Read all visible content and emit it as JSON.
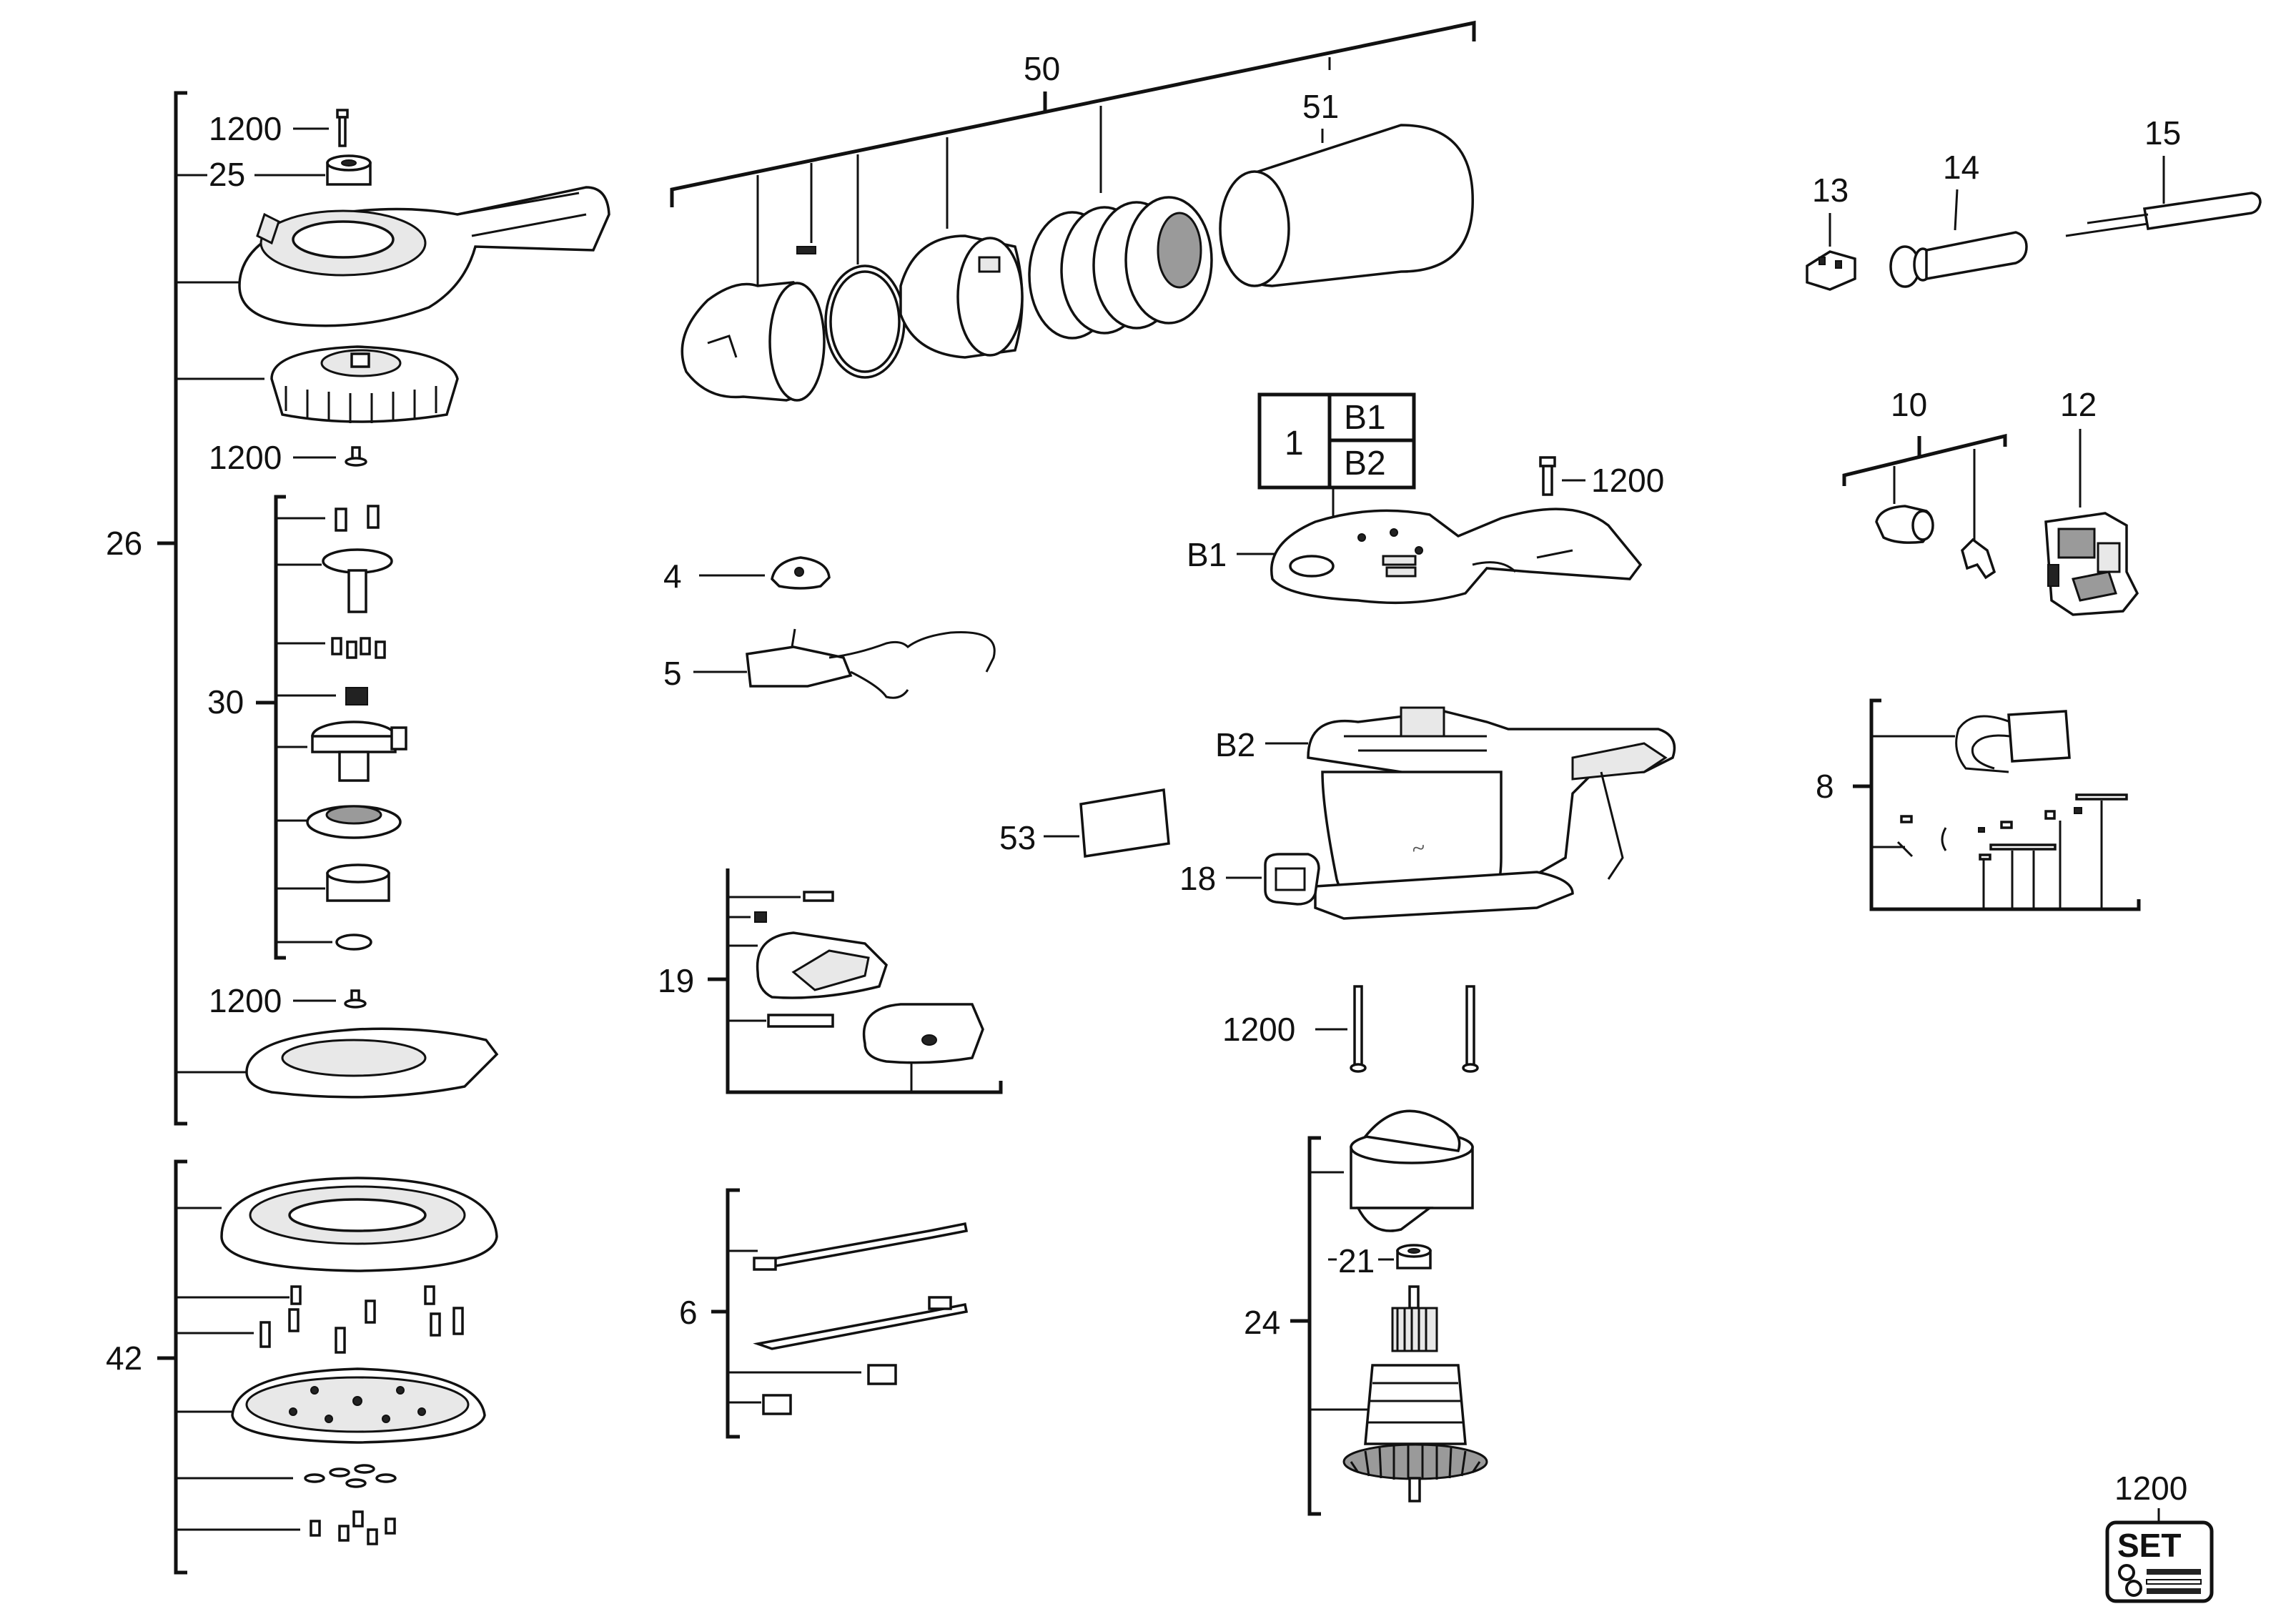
{
  "labels": {
    "l1200_top": "1200",
    "l25": "25",
    "l26": "26",
    "l1200_fan": "1200",
    "l30": "30",
    "l1200_pad": "1200",
    "l42": "42",
    "l50": "50",
    "l51": "51",
    "l4": "4",
    "l5": "5",
    "l19": "19",
    "l6": "6",
    "l53": "53",
    "l1": "1",
    "lB1_box": "B1",
    "lB2_box": "B2",
    "l1200_screw": "1200",
    "lB1": "B1",
    "lB2": "B2",
    "l18": "18",
    "l1200_bolts": "1200",
    "l21": "21",
    "l24": "24",
    "l13": "13",
    "l14": "14",
    "l15": "15",
    "l10": "10",
    "l12": "12",
    "l8": "8",
    "l1200_set": "1200",
    "set_badge": "SET"
  }
}
